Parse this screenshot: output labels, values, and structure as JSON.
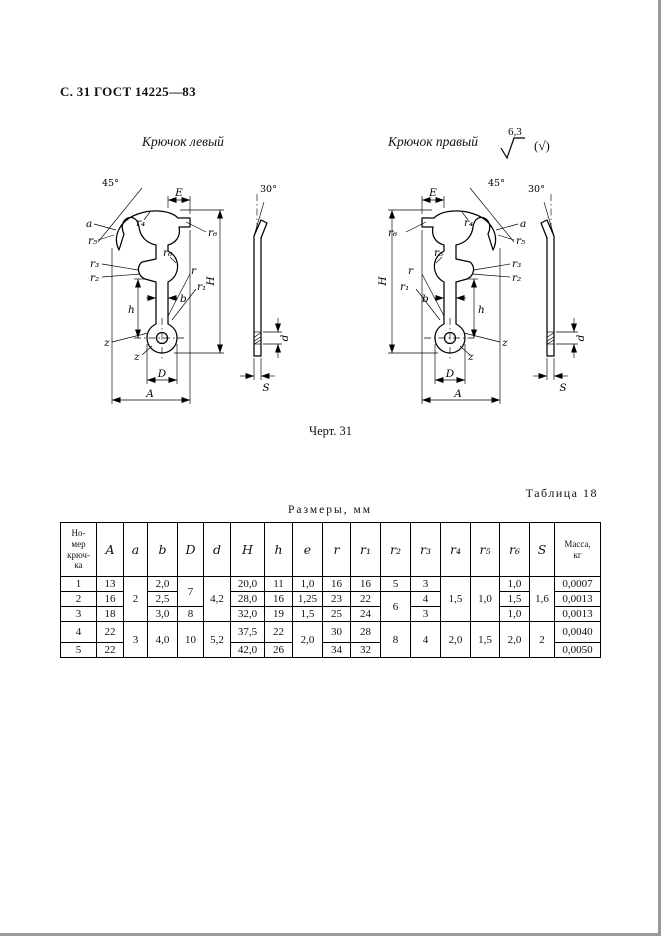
{
  "page": {
    "header": "С. 31 ГОСТ 14225—83",
    "figure_caption": "Черт. 31"
  },
  "figure": {
    "left_title": "Крючок левый",
    "right_title": "Крючок правый",
    "roughness_value": "6,3",
    "roughness_all": "(√)",
    "labels": {
      "deg45": "45°",
      "deg30": "30°",
      "E": "E",
      "H": "H",
      "A": "A",
      "D": "D",
      "S": "S",
      "d": "d",
      "a": "a",
      "b": "b",
      "h": "h",
      "z": "z",
      "r": "r",
      "r1": "r₁",
      "r2": "r₂",
      "r3": "r₃",
      "r4": "r₄",
      "r5": "r₅",
      "r6": "r₆"
    }
  },
  "table": {
    "caption": "Таблица 18",
    "title": "Размеры, мм",
    "headers": {
      "num": "Но-\nмер\nкрюч-\nка",
      "A": "A",
      "a": "a",
      "b": "b",
      "D": "D",
      "d": "d",
      "H": "H",
      "h": "h",
      "e": "e",
      "r": "r",
      "r1": "r₁",
      "r2": "r₂",
      "r3": "r₃",
      "r4": "r₄",
      "r5": "r₅",
      "r6": "r₆",
      "S": "S",
      "mass": "Масса,\nкг"
    },
    "rows": [
      {
        "num": "1",
        "A": "13",
        "a": "2",
        "b": "2,0",
        "D": "7",
        "d": "4,2",
        "H": "20,0",
        "h": "11",
        "e": "1,0",
        "r": "16",
        "r1": "16",
        "r2": "5",
        "r3": "3",
        "r4": "1,5",
        "r5": "1,0",
        "r6": "1,0",
        "S": "1,6",
        "mass": "0,0007"
      },
      {
        "num": "2",
        "A": "16",
        "b": "2,5",
        "H": "28,0",
        "h": "16",
        "e": "1,25",
        "r": "23",
        "r1": "22",
        "r2": "6",
        "r3": "4",
        "r6": "1,5",
        "mass": "0,0013"
      },
      {
        "num": "3",
        "A": "18",
        "b": "3,0",
        "D": "8",
        "H": "32,0",
        "h": "19",
        "e": "1,5",
        "r": "25",
        "r1": "24",
        "r3": "3",
        "r6": "1,0",
        "mass": "0,0013"
      },
      {
        "num": "4",
        "A": "22",
        "a": "3",
        "b": "4,0",
        "D": "10",
        "d": "5,2",
        "H": "37,5",
        "h": "22",
        "e": "2,0",
        "r": "30",
        "r1": "28",
        "r2": "8",
        "r3": "4",
        "r4": "2,0",
        "r5": "1,5",
        "r6": "2,0",
        "S": "2",
        "mass": "0,0040"
      },
      {
        "num": "5",
        "A": "22",
        "H": "42,0",
        "h": "26",
        "r": "34",
        "r1": "32",
        "mass": "0,0050"
      }
    ]
  }
}
